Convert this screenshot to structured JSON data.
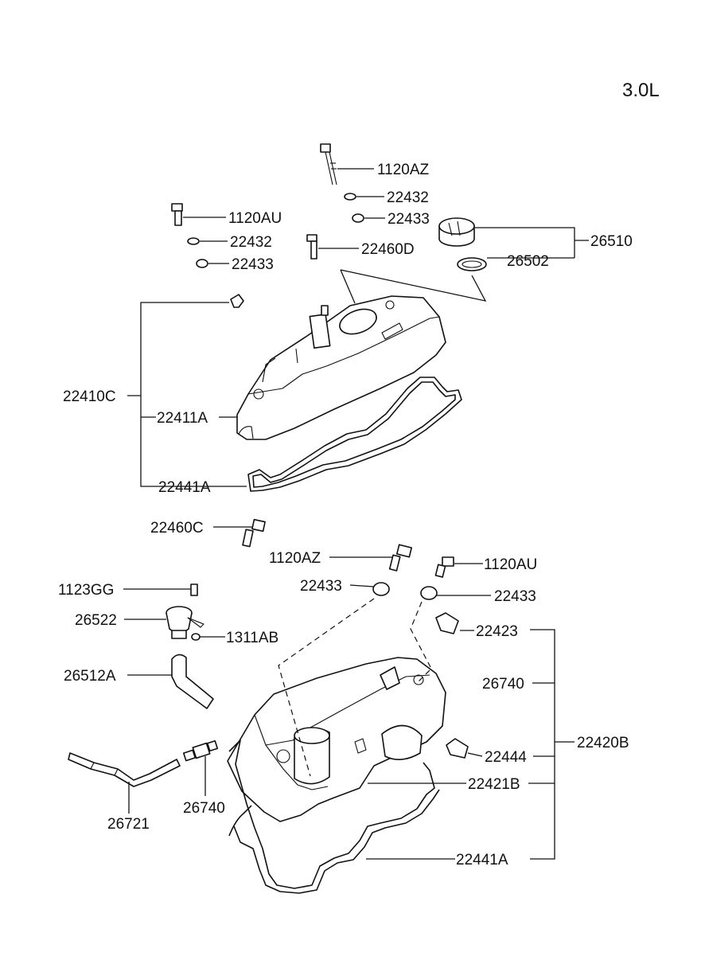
{
  "engine_label": "3.0L",
  "labels": {
    "p_1120AZ_top": "1120AZ",
    "p_22432_top": "22432",
    "p_22433_top": "22433",
    "p_26510": "26510",
    "p_1120AU_left": "1120AU",
    "p_22432_left": "22432",
    "p_22433_left": "22433",
    "p_22460D": "22460D",
    "p_26502": "26502",
    "p_22410C": "22410C",
    "p_22411A": "22411A",
    "p_22441A_upper": "22441A",
    "p_22460C": "22460C",
    "p_1120AZ_mid": "1120AZ",
    "p_1120AU_mid": "1120AU",
    "p_22433_mid_left": "22433",
    "p_22433_mid_right": "22433",
    "p_1123GG": "1123GG",
    "p_26522": "26522",
    "p_1311AB": "1311AB",
    "p_22423": "22423",
    "p_26512A": "26512A",
    "p_26740_right": "26740",
    "p_22420B": "22420B",
    "p_22444": "22444",
    "p_22421B": "22421B",
    "p_26740_lower": "26740",
    "p_26721": "26721",
    "p_22441A_lower": "22441A"
  }
}
